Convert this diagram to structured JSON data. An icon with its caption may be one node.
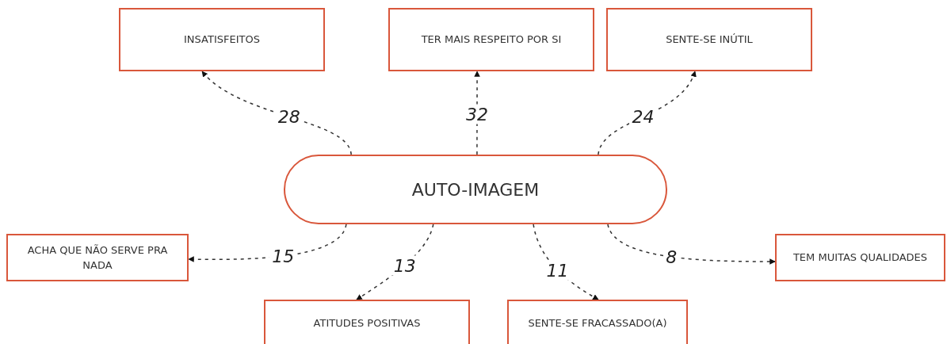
{
  "diagram": {
    "nodes": [
      {
        "text": [
          "INSATISFEITOS"
        ]
      },
      {
        "text": [
          "TER MAIS RESPEITO POR SI"
        ]
      },
      {
        "text": [
          "SENTE-SE INÚTIL"
        ]
      },
      {
        "text": [
          "AUTO-IMAGEM"
        ]
      },
      {
        "text": [
          "ACHA QUE NÃO SERVE PRA NADA"
        ]
      },
      {
        "text": [
          "TEM MUITAS QUALIDADES"
        ]
      },
      {
        "text": [
          "ATITUDES POSITIVAS"
        ]
      },
      {
        "text": [
          "SENTE-SE FRACASSADO(A)"
        ]
      }
    ],
    "edges": [
      {
        "from": 3,
        "to": 0,
        "arrow": "to",
        "label": "28",
        "style": "dashed"
      },
      {
        "from": 3,
        "to": 1,
        "arrow": "to",
        "label": "32",
        "style": "dashed"
      },
      {
        "from": 3,
        "to": 2,
        "arrow": "to",
        "label": "24",
        "style": "dashed"
      },
      {
        "from": 3,
        "to": 4,
        "arrow": "to",
        "label": "15",
        "style": "dashed"
      },
      {
        "from": 3,
        "to": 6,
        "arrow": "to",
        "label": "13",
        "style": "dashed"
      },
      {
        "from": 3,
        "to": 7,
        "arrow": "to",
        "label": "11",
        "style": "dashed"
      },
      {
        "from": 3,
        "to": 5,
        "arrow": "to",
        "label": "8",
        "style": "dashed"
      }
    ]
  }
}
